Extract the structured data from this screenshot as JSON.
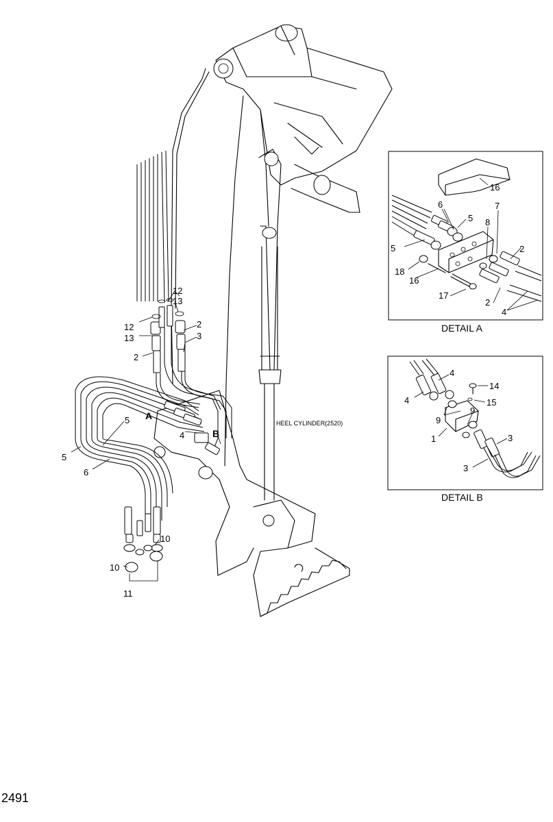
{
  "page_number": "2491",
  "main_view": {
    "heel_cylinder_note": "HEEL CYLINDER(2520)",
    "view_markers": {
      "a": "A",
      "b": "B"
    },
    "callouts": {
      "c12a": "12",
      "c13a": "13",
      "c12b": "12",
      "c13b": "13",
      "c2a": "2",
      "c3a": "3",
      "c2b": "2",
      "c4": "4",
      "c5a": "5",
      "c5b": "5",
      "c6": "6",
      "c10a": "10",
      "c10b": "10",
      "c11": "11"
    }
  },
  "detail_a": {
    "caption": "DETAIL A",
    "callouts": {
      "c16a": "16",
      "c6": "6",
      "c5a": "5",
      "c7": "7",
      "c8": "8",
      "c5b": "5",
      "c2a": "2",
      "c18": "18",
      "c16b": "16",
      "c17": "17",
      "c2b": "2",
      "c4": "4"
    }
  },
  "detail_b": {
    "caption": "DETAIL B",
    "callouts": {
      "c4a": "4",
      "c4b": "4",
      "c14": "14",
      "c15": "15",
      "c9a": "9",
      "c9b": "9",
      "c1": "1",
      "c3a": "3",
      "c3b": "3"
    }
  }
}
